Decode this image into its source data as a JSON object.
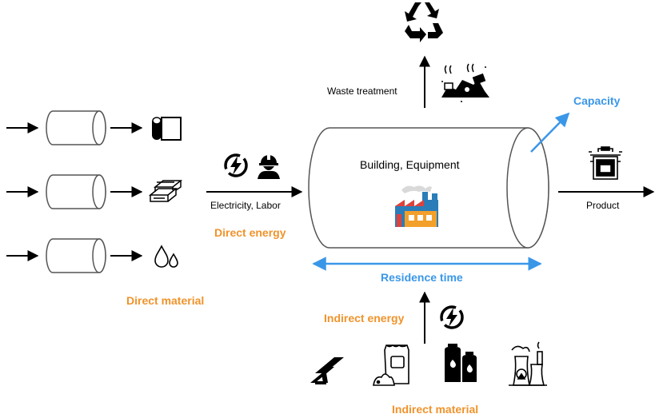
{
  "labels": {
    "waste_treatment": "Waste treatment",
    "capacity": "Capacity",
    "building_equipment": "Building, Equipment",
    "product": "Product",
    "electricity_labor": "Electricity, Labor",
    "direct_energy": "Direct energy",
    "residence_time": "Residence time",
    "direct_material": "Direct material",
    "indirect_energy": "Indirect energy",
    "indirect_material": "Indirect material"
  },
  "icons": {
    "top": "recycle-icon",
    "waste": "waste-pile-icon",
    "direct_energy": [
      "lightning-bolt-icon",
      "worker-icon"
    ],
    "factory": "factory-icon",
    "product": "product-icon",
    "direct_material_outputs": [
      "paper-roll-icon",
      "timber-icon",
      "liquid-drops-icon"
    ],
    "indirect_energy": "lightning-bolt-icon",
    "indirect_material": [
      "steel-beam-icon",
      "cement-bag-icon",
      "gas-cylinder-icon",
      "power-plant-icon"
    ]
  },
  "colors": {
    "orange": "#f0932b",
    "blue": "#3a97e8",
    "factory_blue": "#2a7db8",
    "factory_orange": "#f2a02a",
    "factory_red": "#e0413b"
  }
}
